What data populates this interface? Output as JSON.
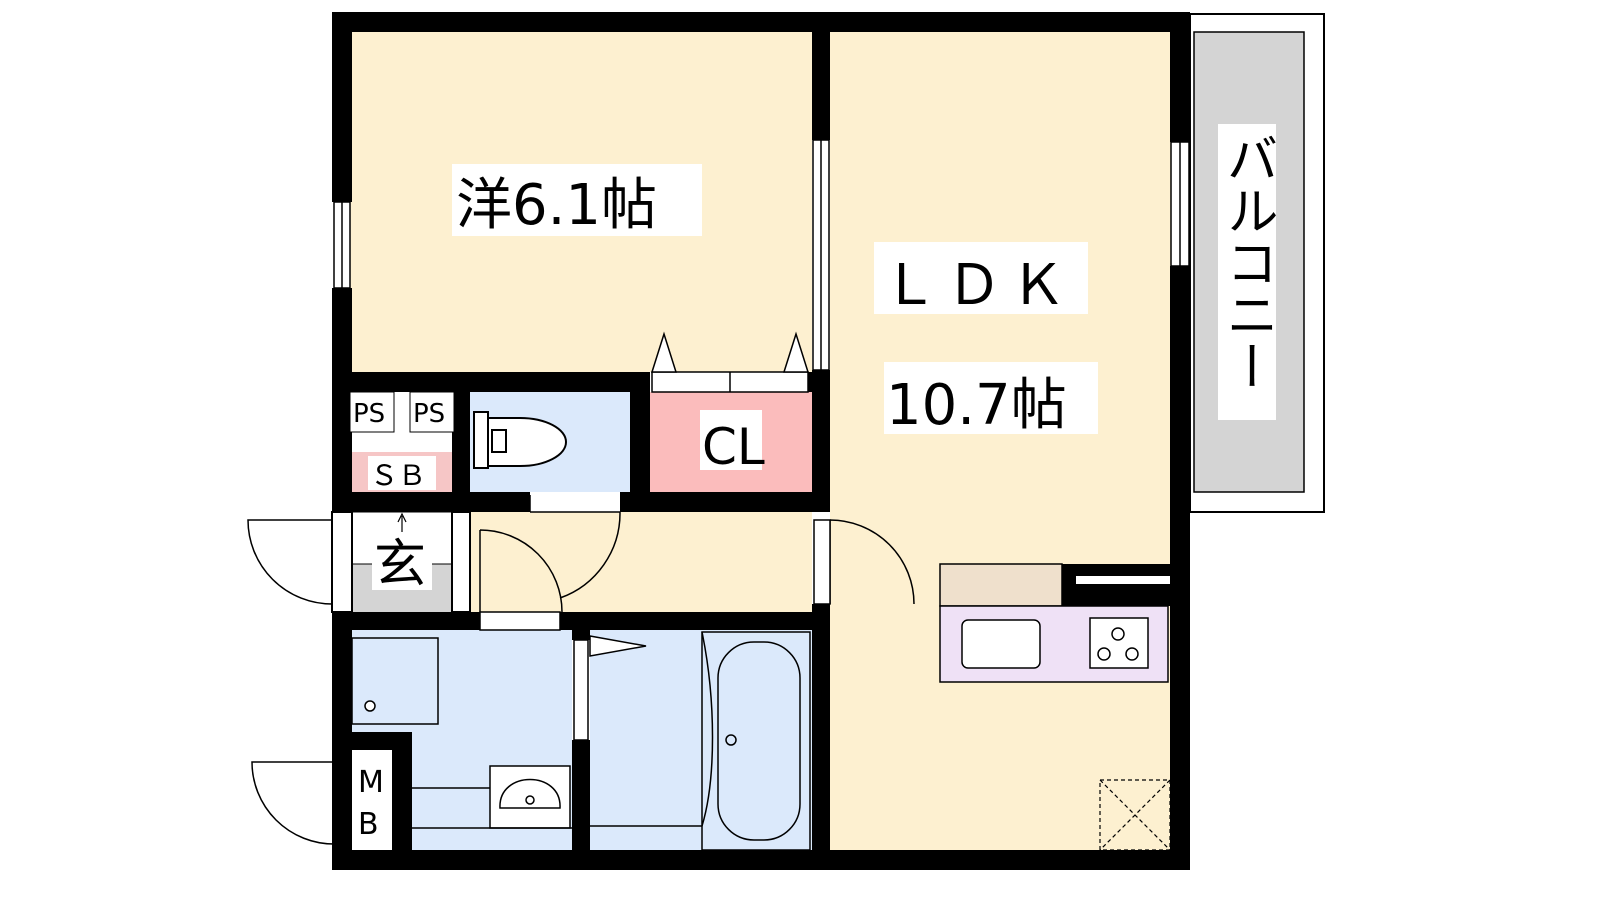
{
  "rooms": {
    "western": "洋6.1帖",
    "ldk_title": "ＬＤＫ",
    "ldk_size": "10.7帖",
    "closet": "CL",
    "ps1": "PS",
    "ps2": "PS",
    "shoe_box": "ＳＢ",
    "entrance": "玄",
    "meter_box_m": "M",
    "meter_box_b": "B",
    "balcony": "バルコニー"
  },
  "colors": {
    "room": "#fdf0d0",
    "wet": "#dbe9fb",
    "closet": "#fbbcbc",
    "shoe": "#f6c6c6",
    "entrance": "#d4d4d4",
    "balcony": "#d4d4d4",
    "kitchen_counter": "#efe1f6",
    "kitchen_top": "#efe0cc",
    "wall": "#000000"
  }
}
